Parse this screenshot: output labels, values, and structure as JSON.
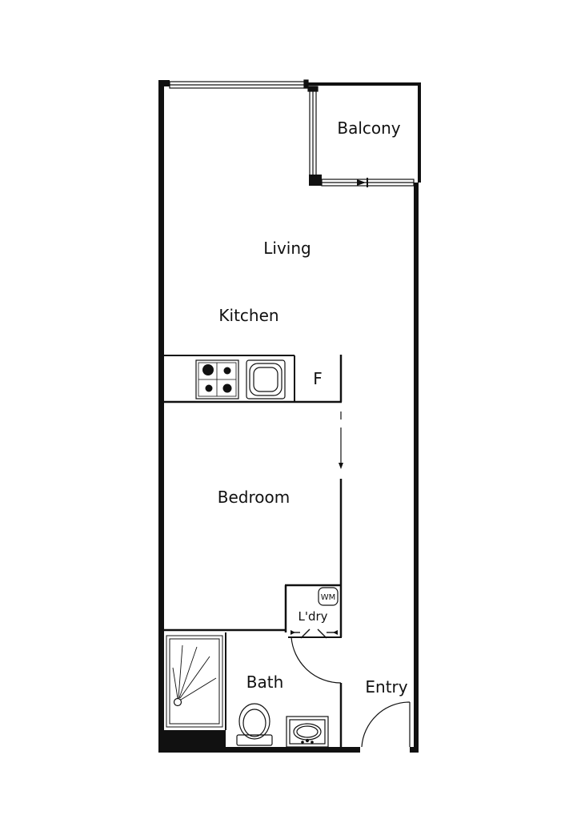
{
  "rooms": {
    "balcony": "Balcony",
    "living": "Living",
    "kitchen": "Kitchen",
    "fridge": "F",
    "bedroom": "Bedroom",
    "laundry": "L'dry",
    "washing_machine": "WM",
    "bath": "Bath",
    "entry": "Entry"
  },
  "colors": {
    "wall": "#111111",
    "background": "#ffffff"
  }
}
